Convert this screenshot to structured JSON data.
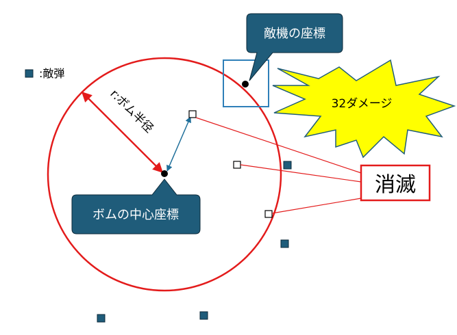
{
  "legend": {
    "label": ":敵弾",
    "icon": "enemy-bullet-square"
  },
  "callouts": {
    "enemy_coord": "敵機の座標",
    "bomb_center": "ボムの中心座標",
    "vanish": "消滅",
    "damage": "32ダメージ"
  },
  "radius_label": "r:ボム半径",
  "colors": {
    "circle": "#e31b1b",
    "callout_fill": "#1f5c7a",
    "enemy_box": "#2e7fb8",
    "burst_fill": "#ffff00",
    "leader_line": "#e31b1b",
    "radius_arrow": "#1f6f9a",
    "bullet_fill": "#1f5c7a"
  }
}
